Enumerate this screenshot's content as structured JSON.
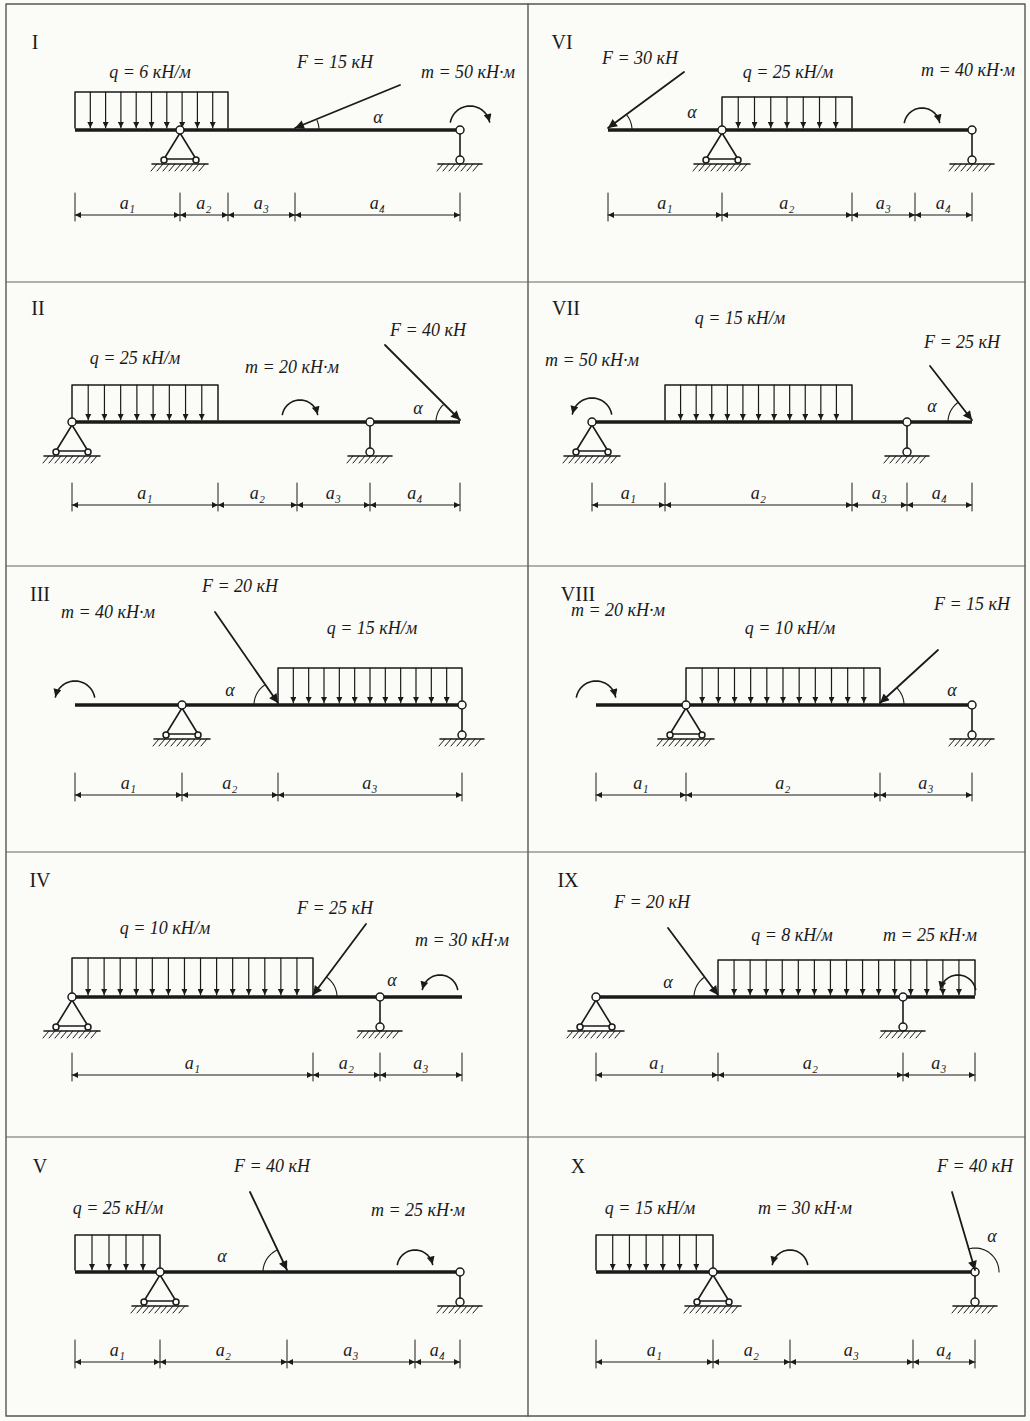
{
  "diagram": {
    "labels": [
      "I",
      "q = 6 кН/м",
      "F = 15 кН",
      "m = 50 кН·м",
      "α",
      "a₁",
      "a₂",
      "a₃",
      "a₄",
      "VI",
      "F = 30 кН",
      "α",
      "q = 25 кН/м",
      "m = 40 кН·м",
      "a₁",
      "a₂",
      "a₃",
      "a₄",
      "II",
      "q = 25 кН/м",
      "m = 20 кН·м",
      "F = 40 кН",
      "α",
      "a₁",
      "a₂",
      "a₃",
      "a₄",
      "VII",
      "q = 15 кН/м",
      "m = 50 кН·м",
      "F = 25 кН",
      "α",
      "a₁",
      "a₂",
      "a₃",
      "a₄",
      "III",
      "F = 20 кН",
      "m = 40 кН·м",
      "α",
      "q = 15 кН/м",
      "a₁",
      "a₂",
      "a₃",
      "VIII",
      "m = 20 кН·м",
      "q = 10 кН/м",
      "F = 15 кН",
      "α",
      "a₁",
      "a₂",
      "a₃",
      "IV",
      "q = 10 кН/м",
      "F = 25 кН",
      "m = 30 кН·м",
      "α",
      "a₁",
      "a₂",
      "a₃",
      "IX",
      "F = 20 кН",
      "α",
      "q = 8 кН/м",
      "m = 25 кН·м",
      "a₁",
      "a₂",
      "a₃",
      "V",
      "q = 25 кН/м",
      "F = 40 кН",
      "α",
      "m = 25 кН·м",
      "a₁",
      "a₂",
      "a₃",
      "a₄",
      "X",
      "q = 15 кН/м",
      "m = 30 кН·м",
      "F = 40 кН",
      "α",
      "a₁",
      "a₂",
      "a₃",
      "a₄"
    ]
  }
}
